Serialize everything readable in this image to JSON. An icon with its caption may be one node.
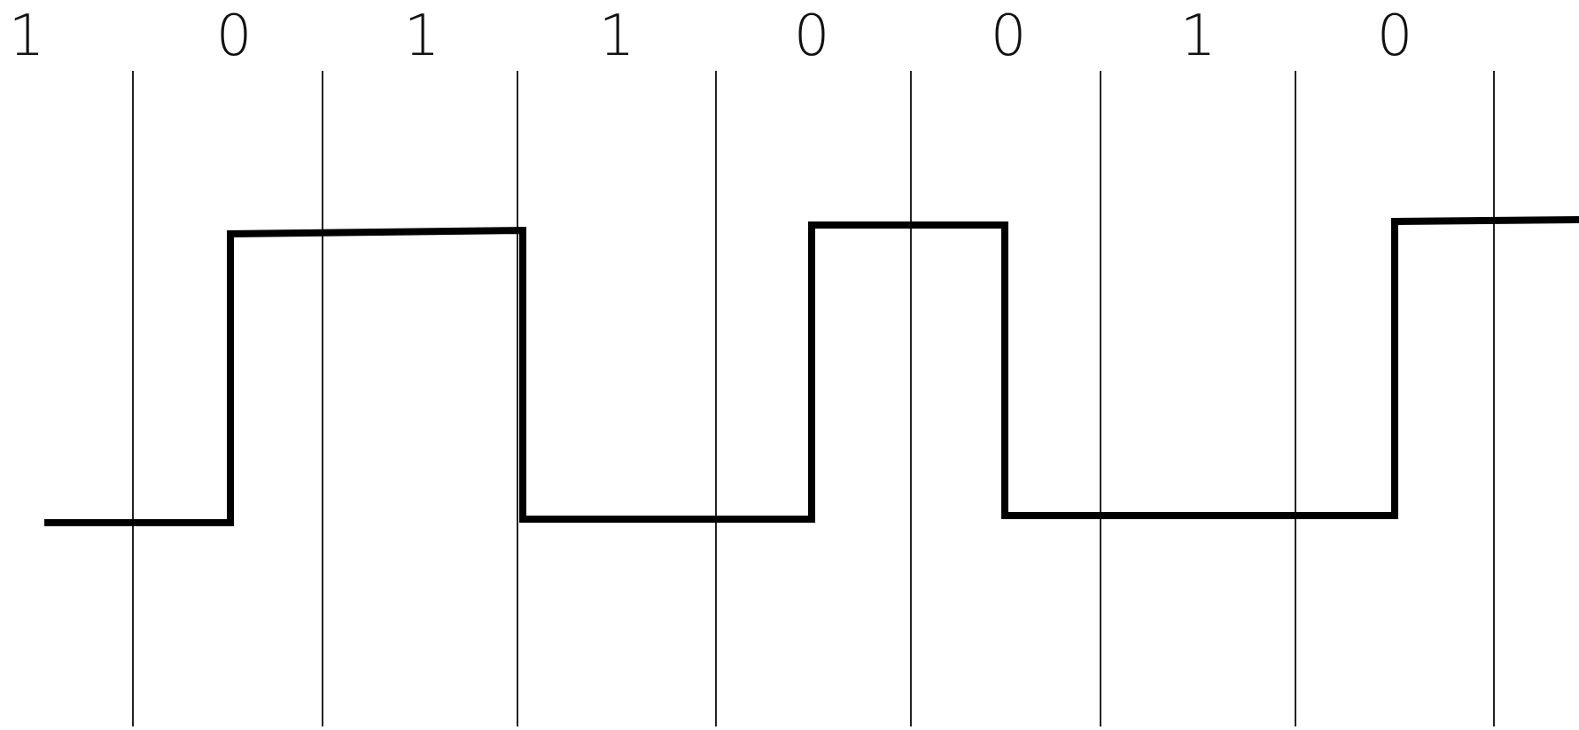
{
  "diagram": {
    "labels": [
      "1",
      "0",
      "1",
      "1",
      "0",
      "0",
      "1",
      "0"
    ]
  }
}
